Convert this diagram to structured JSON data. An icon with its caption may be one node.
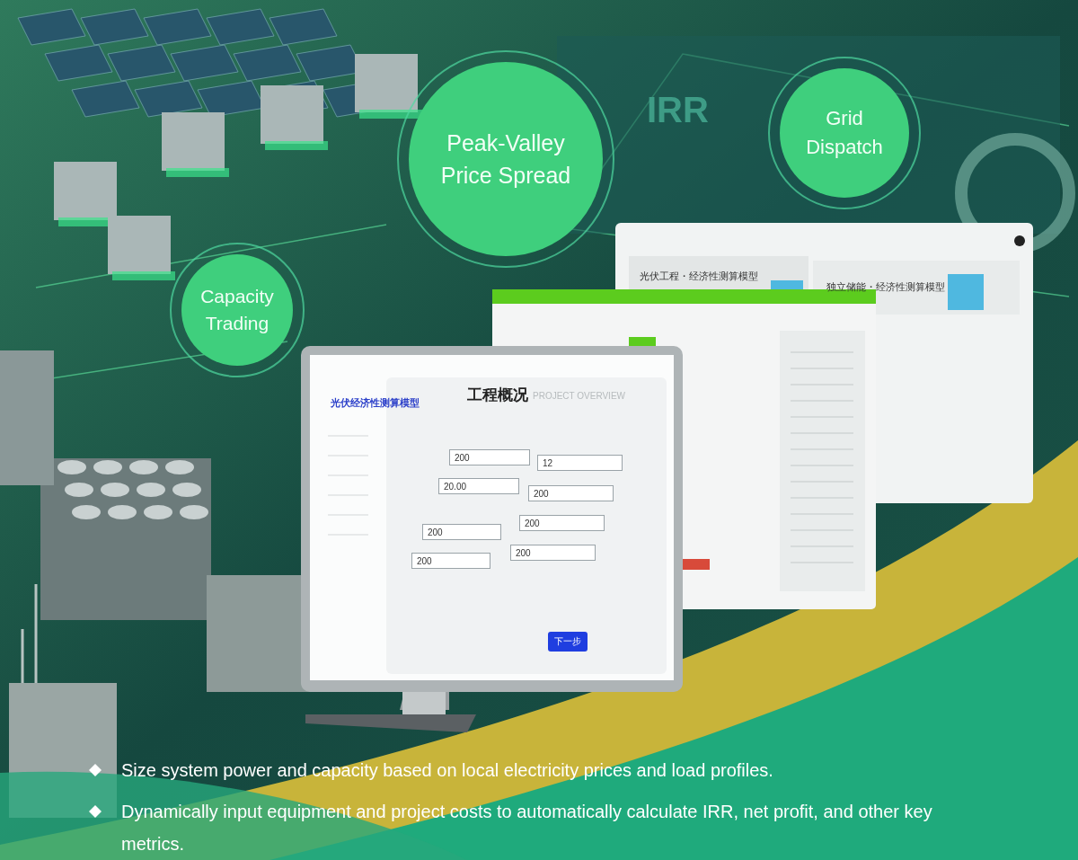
{
  "diagram": {
    "nodes": [
      {
        "text": [
          "Peak-Valley Price Spread"
        ]
      },
      {
        "text": [
          "Grid Dispatch"
        ]
      },
      {
        "text": [
          "Capacity Trading"
        ]
      }
    ],
    "labels": [
      "IRR",
      "光伏工程・经济性测算模型",
      "独立储能・经济性测算模型",
      "光伏经济性测算模型",
      "工程概况",
      "PROJECT OVERVIEW",
      "200",
      "12",
      "20.00",
      "200",
      "200",
      "200",
      "200",
      "200",
      "下一步",
      "Size system power and capacity based on local electricity prices and load profiles.",
      "Dynamically input equipment and project costs to automatically calculate IRR, net profit, and other key metrics."
    ]
  }
}
